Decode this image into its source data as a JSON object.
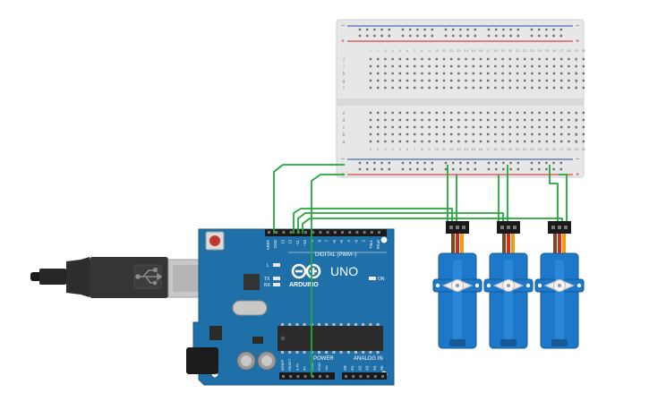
{
  "breadboard": {
    "rail_plus": "+",
    "rail_minus": "−",
    "row_letters_top": [
      "j",
      "i",
      "h",
      "g",
      "f"
    ],
    "row_letters_bottom": [
      "e",
      "d",
      "c",
      "b",
      "a"
    ],
    "column_numbers": [
      "1",
      "2",
      "3",
      "4",
      "5",
      "6",
      "7",
      "8",
      "9",
      "10",
      "11",
      "12",
      "13",
      "14",
      "15",
      "16",
      "17",
      "18",
      "19",
      "20",
      "21",
      "22",
      "23",
      "24",
      "25",
      "26",
      "27",
      "28",
      "29",
      "30"
    ]
  },
  "arduino": {
    "model": "UNO",
    "brand": "ARDUINO",
    "digital_label": "DIGITAL (PWM~)",
    "analog_label": "ANALOG IN",
    "power_label": "POWER",
    "on_label": "ON",
    "tx_label": "TX",
    "rx_label": "RX",
    "l_label": "L",
    "digital_pins": [
      "AREF",
      "GND",
      "13",
      "12",
      "~11",
      "~10",
      "~9",
      "8",
      "7",
      "~6",
      "~5",
      "4",
      "~3",
      "2",
      "TX▸1",
      "RX◂0"
    ],
    "power_pins": [
      "IOREF",
      "RESET",
      "3.3V",
      "5V",
      "GND",
      "GND",
      "Vin"
    ],
    "analog_pins": [
      "A0",
      "A1",
      "A2",
      "A3",
      "A4",
      "A5"
    ]
  },
  "colors": {
    "wire": "#22a83a",
    "board": "#1f6fa8",
    "servo": "#1d78c9",
    "rail_red": "#d11f1f",
    "rail_blue": "#2a4ea0"
  },
  "servo_count": 3
}
